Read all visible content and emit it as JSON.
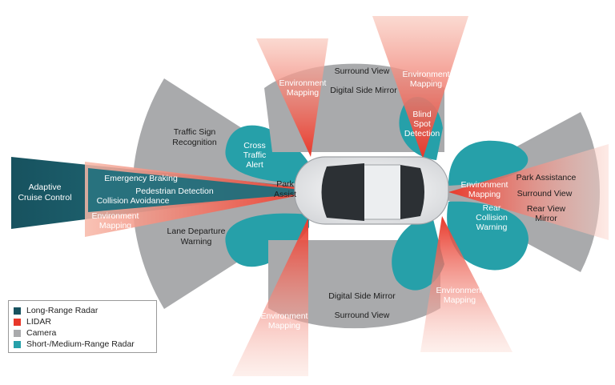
{
  "colors": {
    "long_range_radar": "#17525f",
    "lidar": "#e8382a",
    "camera": "#a9aaac",
    "short_medium_radar": "#26a0a9"
  },
  "labels": {
    "adaptive_cruise_1": "Adaptive",
    "adaptive_cruise_2": "Cruise Control",
    "emergency_braking": "Emergency Braking",
    "pedestrian_detection": "Pedestrian Detection",
    "collision_avoidance": "Collision Avoidance",
    "env_left_1": "Environment",
    "env_left_2": "Mapping",
    "traffic_sign_1": "Traffic Sign",
    "traffic_sign_2": "Recognition",
    "lane_departure_1": "Lane Departure",
    "lane_departure_2": "Warning",
    "cross_traffic_1": "Cross",
    "cross_traffic_2": "Traffic",
    "cross_traffic_3": "Alert",
    "park_assist_1": "Park",
    "park_assist_2": "Assist",
    "env_top_left_1": "Environment",
    "env_top_left_2": "Mapping",
    "surround_view_top": "Surround View",
    "digital_mirror_top": "Digital Side Mirror",
    "env_top_right_1": "Environment",
    "env_top_right_2": "Mapping",
    "blind_spot_1": "Blind",
    "blind_spot_2": "Spot",
    "blind_spot_3": "Detection",
    "env_right_1": "Environment",
    "env_right_2": "Mapping",
    "park_assistance": "Park Assistance",
    "surround_view_right": "Surround View",
    "rear_view_1": "Rear View",
    "rear_view_2": "Mirror",
    "rear_collision_1": "Rear",
    "rear_collision_2": "Collision",
    "rear_collision_3": "Warning",
    "digital_mirror_bottom": "Digital Side Mirror",
    "surround_view_bottom": "Surround View",
    "env_bottom_left_1": "Environment",
    "env_bottom_left_2": "Mapping",
    "env_bottom_right_1": "Environment",
    "env_bottom_right_2": "Mapping"
  },
  "legend": [
    {
      "label": "Long-Range Radar",
      "color": "#17525f"
    },
    {
      "label": "LIDAR",
      "color": "#e8382a"
    },
    {
      "label": "Camera",
      "color": "#a9aaac"
    },
    {
      "label": "Short-/Medium-Range Radar",
      "color": "#26a0a9"
    }
  ]
}
